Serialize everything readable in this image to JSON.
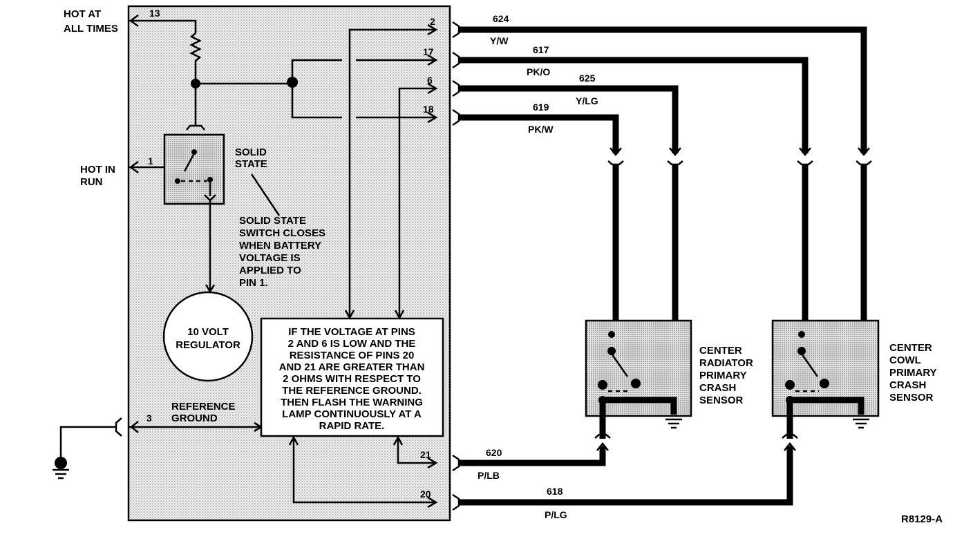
{
  "module": {
    "hot_at_all_times": [
      "HOT AT",
      "ALL TIMES"
    ],
    "hot_in_run": [
      "HOT IN",
      "RUN"
    ],
    "solid_state": [
      "SOLID",
      "STATE"
    ],
    "switch_note": [
      "SOLID STATE",
      "SWITCH CLOSES",
      "WHEN BATTERY",
      "VOLTAGE IS",
      "APPLIED TO",
      "PIN 1."
    ],
    "regulator": [
      "10 VOLT",
      "REGULATOR"
    ],
    "reference_ground": [
      "REFERENCE",
      "GROUND"
    ],
    "logic_note": [
      "IF THE VOLTAGE AT PINS",
      "2 AND 6 IS LOW AND THE",
      "RESISTANCE OF PINS 20",
      "AND 21 ARE GREATER THAN",
      "2 OHMS WITH RESPECT TO",
      "THE REFERENCE GROUND.",
      "THEN FLASH THE WARNING",
      "LAMP CONTINUOUSLY AT A",
      "RAPID RATE."
    ],
    "pins": {
      "p13": "13",
      "p1": "1",
      "p3": "3",
      "p2": "2",
      "p17": "17",
      "p6": "6",
      "p18": "18",
      "p21": "21",
      "p20": "20"
    }
  },
  "wires": [
    {
      "circuit": "624",
      "color": "Y/W"
    },
    {
      "circuit": "617",
      "color": "PK/O"
    },
    {
      "circuit": "625",
      "color": "Y/LG"
    },
    {
      "circuit": "619",
      "color": "PK/W"
    },
    {
      "circuit": "620",
      "color": "P/LB"
    },
    {
      "circuit": "618",
      "color": "P/LG"
    }
  ],
  "sensors": {
    "radiator": [
      "CENTER",
      "RADIATOR",
      "PRIMARY",
      "CRASH",
      "SENSOR"
    ],
    "cowl": [
      "CENTER",
      "COWL",
      "PRIMARY",
      "CRASH",
      "SENSOR"
    ]
  },
  "figure_id": "R8129-A"
}
